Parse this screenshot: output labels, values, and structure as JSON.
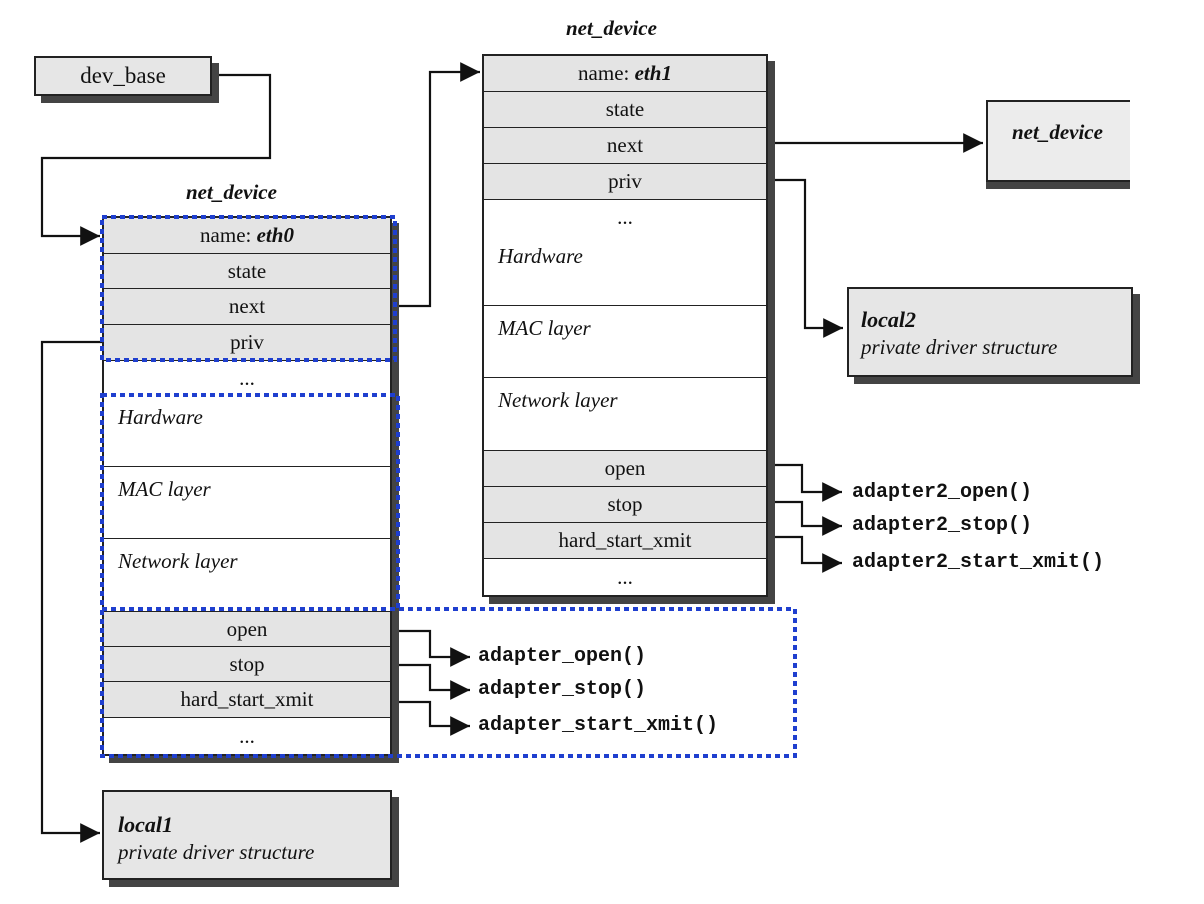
{
  "dev_base": {
    "label": "dev_base"
  },
  "eth0": {
    "title": "net_device",
    "name_prefix": "name:",
    "name_value": "eth0",
    "fields": [
      "state",
      "next",
      "priv",
      "..."
    ],
    "sections": [
      "Hardware",
      "MAC layer",
      "Network layer"
    ],
    "functions": [
      "open",
      "stop",
      "hard_start_xmit",
      "..."
    ],
    "targets": [
      "adapter_open()",
      "adapter_stop()",
      "adapter_start_xmit()"
    ]
  },
  "eth1": {
    "title": "net_device",
    "name_prefix": "name:",
    "name_value": "eth1",
    "fields": [
      "state",
      "next",
      "priv",
      "..."
    ],
    "sections": [
      "Hardware",
      "MAC layer",
      "Network layer"
    ],
    "functions": [
      "open",
      "stop",
      "hard_start_xmit",
      "..."
    ],
    "targets": [
      "adapter2_open()",
      "adapter2_stop()",
      "adapter2_start_xmit()"
    ]
  },
  "next_device": {
    "title": "net_device"
  },
  "local1": {
    "title": "local1",
    "subtitle": "private driver structure"
  },
  "local2": {
    "title": "local2",
    "subtitle": "private driver structure"
  },
  "colors": {
    "highlight": "#1f3fcf",
    "field_fill": "#e4e4e4",
    "box_fill": "#e6e6e6",
    "line": "#111111"
  }
}
